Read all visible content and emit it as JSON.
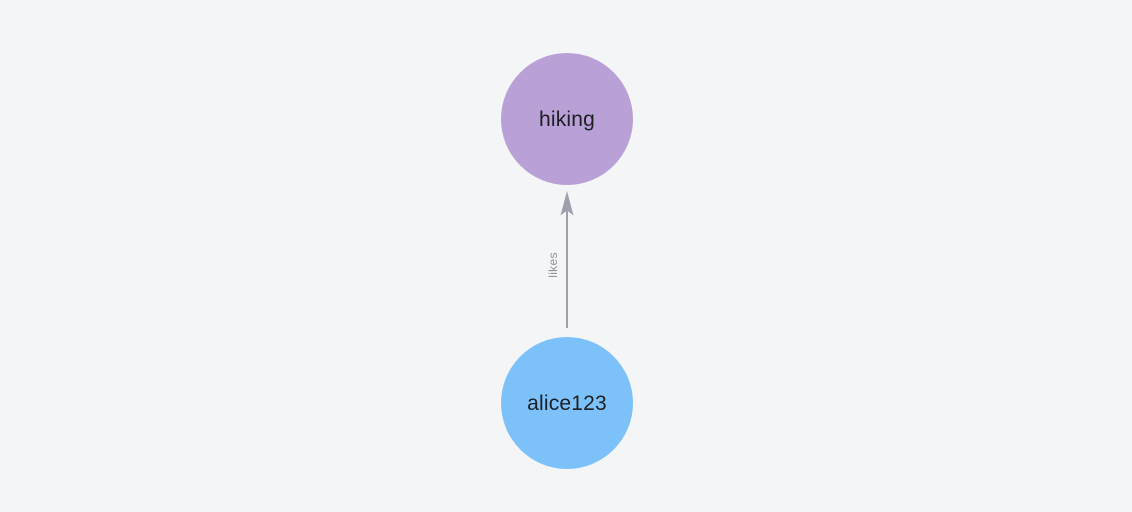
{
  "canvas": {
    "background": "#f4f5f6"
  },
  "graph": {
    "type": "node-link-graph",
    "nodes": [
      {
        "id": "hiking",
        "label": "hiking",
        "color": "#b9a0d6",
        "label_color": "#1d1f23"
      },
      {
        "id": "alice123",
        "label": "alice123",
        "color": "#7dc1fa",
        "label_color": "#1d1f23"
      }
    ],
    "edges": [
      {
        "from": "alice123",
        "to": "hiking",
        "label": "likes",
        "direction": "up",
        "color": "#9ba0ac",
        "label_color": "#8e939c"
      }
    ]
  }
}
